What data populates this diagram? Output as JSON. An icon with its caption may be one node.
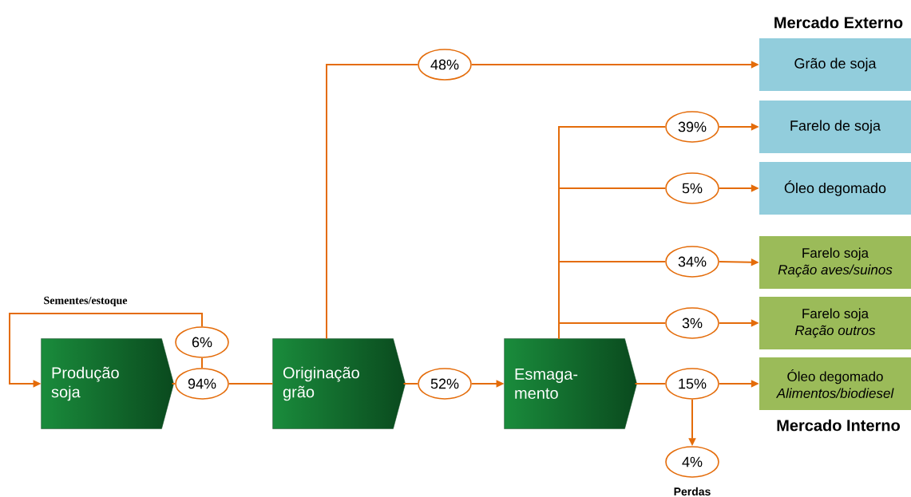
{
  "diagram": {
    "nodes": [
      {
        "text": [
          "Produção soja"
        ]
      },
      {
        "text": [
          "Originação grão"
        ]
      },
      {
        "text": [
          "Esmaga- mento"
        ]
      },
      {
        "text": [
          "Grão de soja"
        ]
      },
      {
        "text": [
          "Farelo de soja"
        ]
      },
      {
        "text": [
          "Óleo degomado"
        ]
      },
      {
        "text": [
          "Farelo soja",
          "Ração aves/suinos"
        ]
      },
      {
        "text": [
          "Farelo soja",
          "Ração outros"
        ]
      },
      {
        "text": [
          "Óleo degomado",
          "Alimentos/biodiesel"
        ]
      },
      {
        "text": [
          "94%"
        ]
      },
      {
        "text": [
          "6%"
        ]
      },
      {
        "text": [
          "48%"
        ]
      },
      {
        "text": [
          "52%"
        ]
      },
      {
        "text": [
          "39%"
        ]
      },
      {
        "text": [
          "5%"
        ]
      },
      {
        "text": [
          "34%"
        ]
      },
      {
        "text": [
          "3%"
        ]
      },
      {
        "text": [
          "15%"
        ]
      },
      {
        "text": [
          "4%"
        ],
        "beside": [
          "Perdas"
        ]
      }
    ],
    "edges": [
      {
        "from": 0,
        "to": 9,
        "arrow": "none"
      },
      {
        "from": 9,
        "to": 1,
        "arrow": "none"
      },
      {
        "from": 9,
        "to": 10,
        "arrow": "none"
      },
      {
        "from": 10,
        "to": 0,
        "arrow": "to",
        "label": "Sementes/estoque"
      },
      {
        "from": 1,
        "to": 11,
        "arrow": "none"
      },
      {
        "from": 11,
        "to": 3,
        "arrow": "to"
      },
      {
        "from": 1,
        "to": 12,
        "arrow": "none"
      },
      {
        "from": 12,
        "to": 2,
        "arrow": "to"
      },
      {
        "from": 2,
        "to": 13,
        "arrow": "none"
      },
      {
        "from": 13,
        "to": 4,
        "arrow": "to"
      },
      {
        "from": 2,
        "to": 14,
        "arrow": "none"
      },
      {
        "from": 14,
        "to": 5,
        "arrow": "to"
      },
      {
        "from": 2,
        "to": 15,
        "arrow": "none"
      },
      {
        "from": 15,
        "to": 6,
        "arrow": "to"
      },
      {
        "from": 2,
        "to": 16,
        "arrow": "none"
      },
      {
        "from": 16,
        "to": 7,
        "arrow": "to"
      },
      {
        "from": 2,
        "to": 17,
        "arrow": "none"
      },
      {
        "from": 17,
        "to": 8,
        "arrow": "to"
      },
      {
        "from": 17,
        "to": 18,
        "arrow": "to"
      }
    ],
    "labels": [
      "Mercado Externo",
      "Mercado Interno"
    ]
  }
}
